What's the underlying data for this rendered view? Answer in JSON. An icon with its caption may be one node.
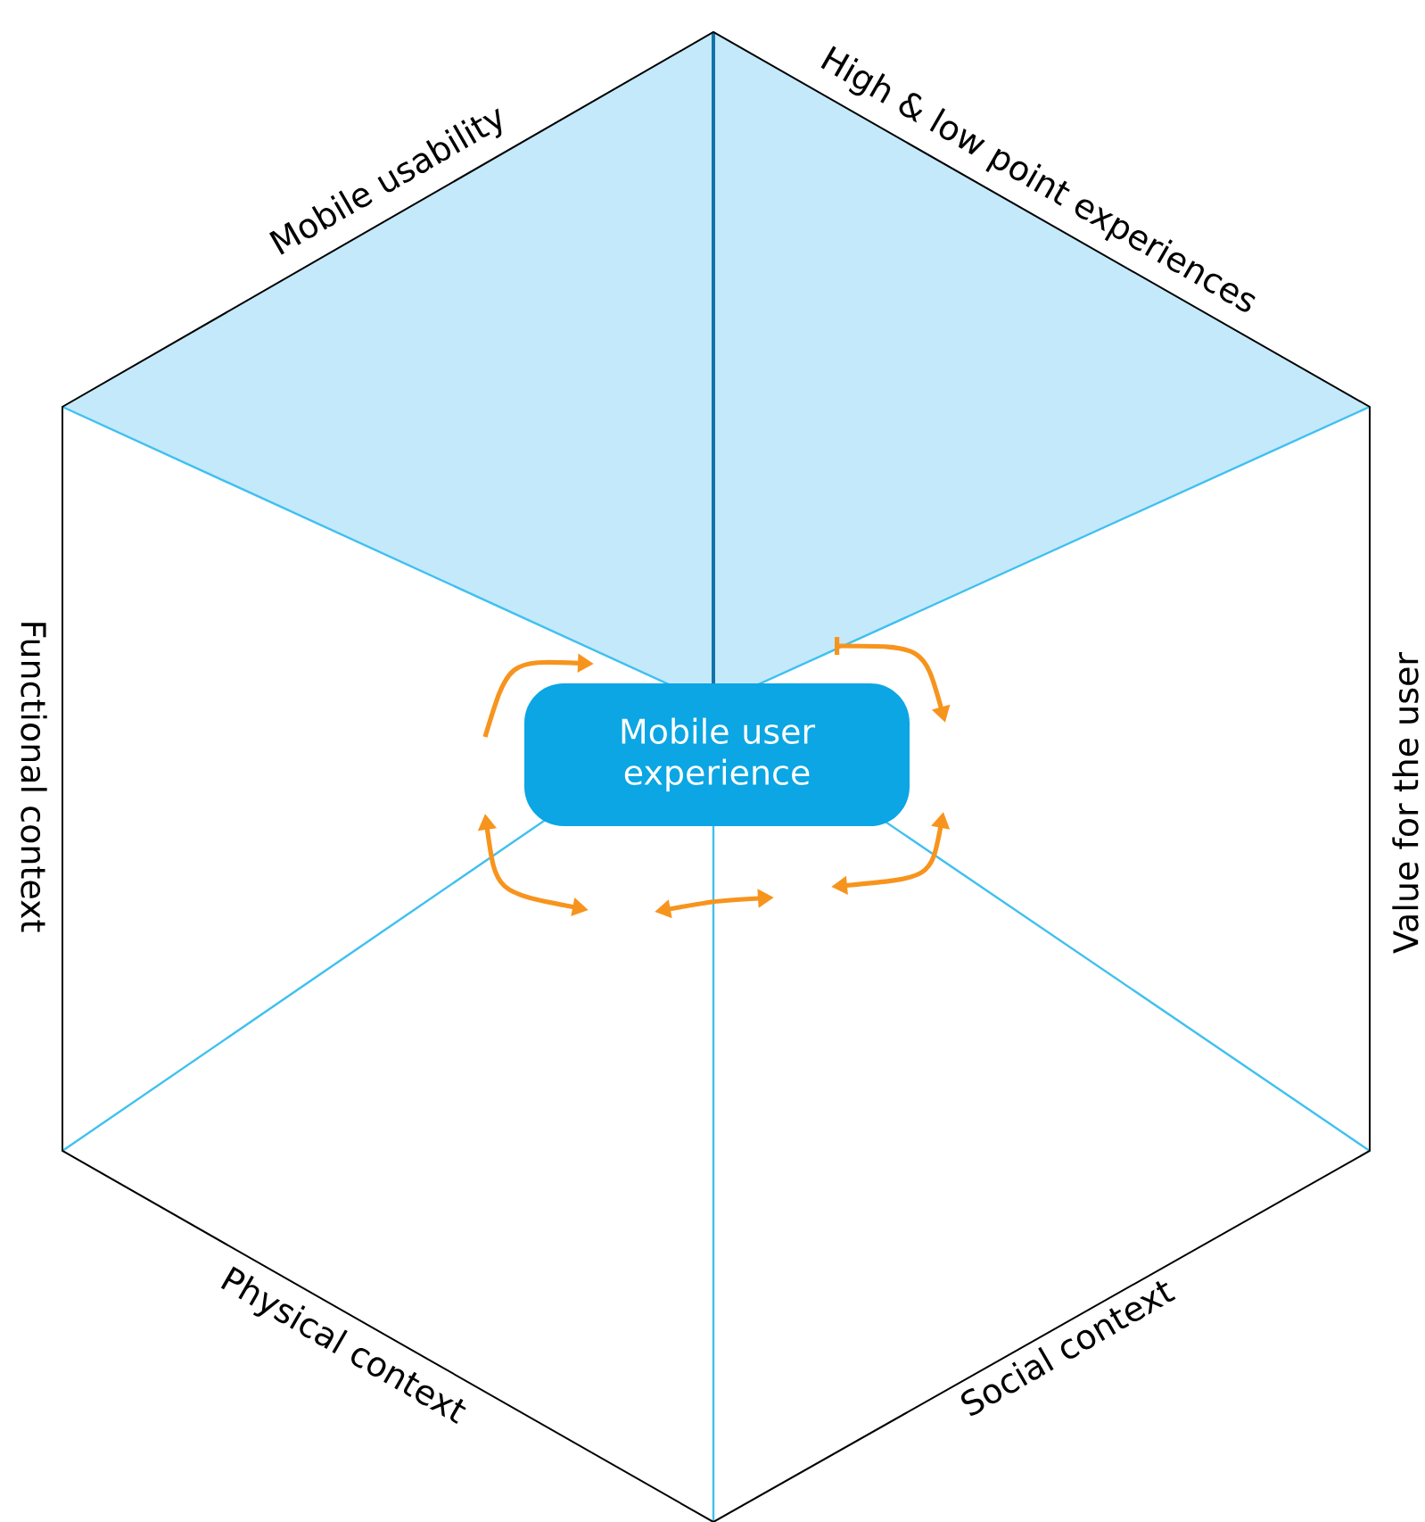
{
  "diagram": {
    "nodes": [
      {
        "text": [
          "Mobile user experience"
        ]
      }
    ],
    "labels": [
      "Mobile usability",
      "High & low point experiences",
      "Functional context",
      "Value for the user",
      "Physical context",
      "Social context"
    ]
  }
}
